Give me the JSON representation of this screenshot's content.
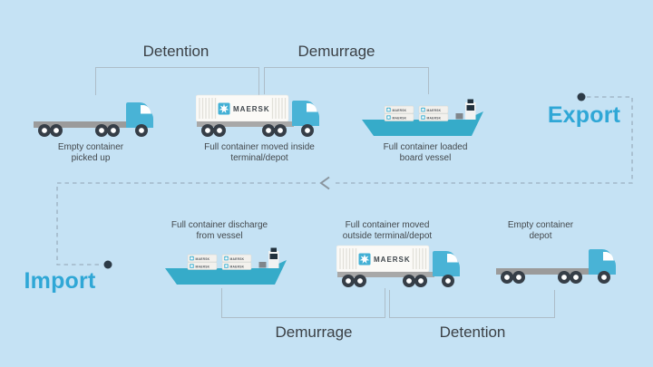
{
  "brand": {
    "logo": "MAERSK"
  },
  "export_flow": {
    "label": "Export",
    "detention_label": "Detention",
    "demurrage_label": "Demurrage",
    "steps": [
      {
        "caption": [
          "Empty container",
          "picked up"
        ]
      },
      {
        "caption": [
          "Full container moved inside",
          "terminal/depot"
        ]
      },
      {
        "caption": [
          "Full container loaded",
          "board vessel"
        ]
      }
    ]
  },
  "import_flow": {
    "label": "Import",
    "demurrage_label": "Demurrage",
    "detention_label": "Detention",
    "steps": [
      {
        "caption": [
          "Full container discharge",
          "from vessel"
        ]
      },
      {
        "caption": [
          "Full container moved",
          "outside terminal/depot"
        ]
      },
      {
        "caption": [
          "Empty container",
          "depot"
        ]
      }
    ]
  },
  "colors": {
    "background": "#c5e2f4",
    "accent_blue": "#2fa7d6",
    "cab_blue": "#49b3d6",
    "vessel_teal": "#36abc9",
    "container_white": "#fbfaf7",
    "maersk_logo_blue": "#42b0d5",
    "bracket_line_gray": "#adbdc8",
    "flow_dot_dark": "#2d3b47",
    "text_dark": "#3b4045"
  }
}
